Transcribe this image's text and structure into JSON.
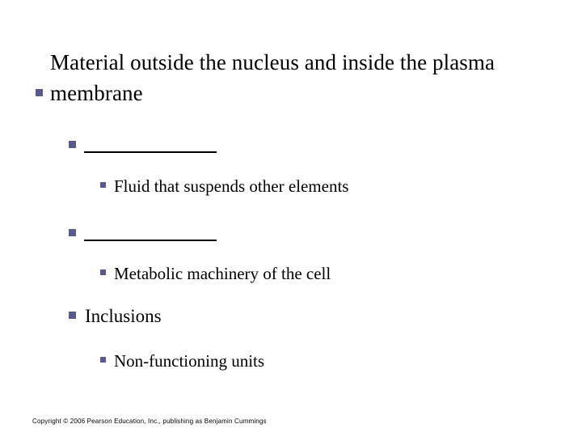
{
  "slide": {
    "background_color": "#ffffff",
    "text_color": "#000000",
    "bullet_color": "#565a8c",
    "title": {
      "text": "Material outside the nucleus and inside the plasma membrane"
    },
    "body": [
      {
        "level": 2,
        "kind": "blank",
        "text": "______",
        "answer_line": true
      },
      {
        "level": 3,
        "kind": "text",
        "text": "Fluid that suspends other elements"
      },
      {
        "level": 2,
        "kind": "blank",
        "text": "______",
        "answer_line": true
      },
      {
        "level": 3,
        "kind": "text",
        "text": "Metabolic machinery of the cell"
      },
      {
        "level": 2,
        "kind": "text",
        "text": "Inclusions"
      },
      {
        "level": 3,
        "kind": "text",
        "text": "Non-functioning units"
      }
    ],
    "footer": {
      "copyright": "Copyright © 2006 Pearson Education, Inc., publishing as Benjamin Cummings"
    }
  }
}
